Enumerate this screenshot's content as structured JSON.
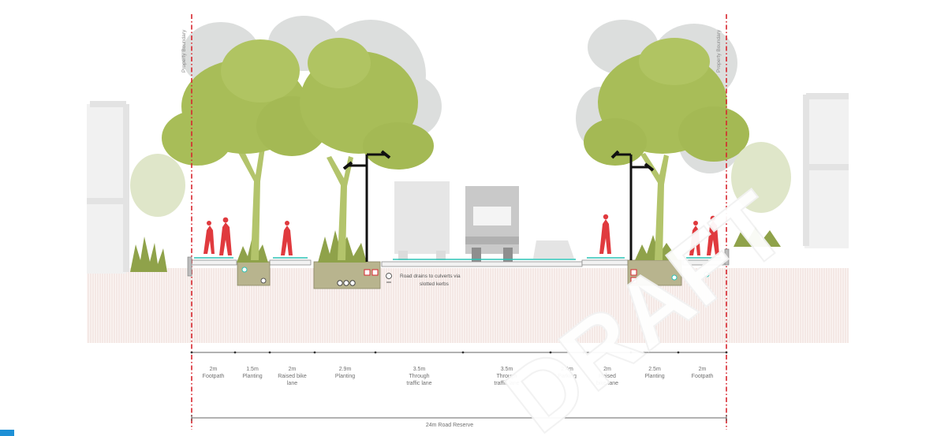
{
  "diagram": {
    "boundary_label": "Property Boundary",
    "drainage_note_line1": "Road drains to culverts via",
    "drainage_note_line2": "slotted kerbs",
    "road_reserve": "24m Road Reserve",
    "watermark": "DRAFT",
    "segments": [
      {
        "width": "2m",
        "name": "Footpath"
      },
      {
        "width": "1.5m",
        "name": "Planting"
      },
      {
        "width": "2m",
        "name": "Raised bike",
        "name2": "lane"
      },
      {
        "width": "2.9m",
        "name": "Planting"
      },
      {
        "width": "3.5m",
        "name": "Through",
        "name2": "traffic lane"
      },
      {
        "width": "3.5m",
        "name": "Through",
        "name2": "traffic lane"
      },
      {
        "width": "2.4m",
        "name": "Parking"
      },
      {
        "width": "2m",
        "name": "Raised",
        "name2": "bike lane"
      },
      {
        "width": "2.5m",
        "name": "Planting"
      },
      {
        "width": "2m",
        "name": "Footpath"
      }
    ],
    "colors": {
      "boundary": "#d7262e",
      "tree_canopy": "#a9bd5a",
      "tree_trunk": "#b9c86a",
      "shadow_tree": "#c9cbcb",
      "pedestrian": "#e03a3e",
      "ground_hatch": "#e9d9d4",
      "bike_lane": "#2cc3b5",
      "planter": "#b4b18a"
    }
  }
}
